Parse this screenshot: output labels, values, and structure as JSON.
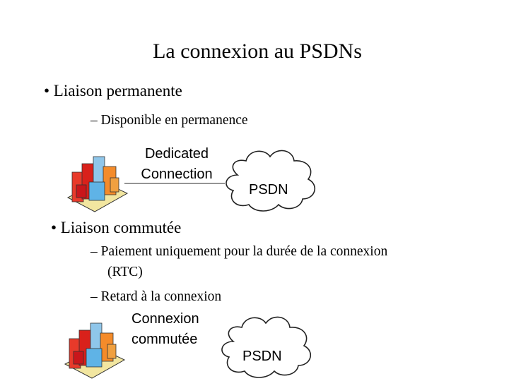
{
  "slide": {
    "title": "La connexion au  PSDNs",
    "bullet1": "• Liaison permanente",
    "sub1": "– Disponible en permanence",
    "dedicated_label": "Dedicated Connection",
    "psdn_label_1": "PSDN",
    "bullet2": "• Liaison commutée",
    "sub2_line1": "– Paiement uniquement pour la durée de la connexion",
    "sub2_line2": "(RTC)",
    "sub3": "– Retard à la connexion",
    "switched_label_line1": "Connexion",
    "switched_label_line2": "commutée",
    "psdn_label_2": "PSDN"
  },
  "icons": {
    "building": "office-building-icon",
    "cloud": "network-cloud-icon"
  }
}
